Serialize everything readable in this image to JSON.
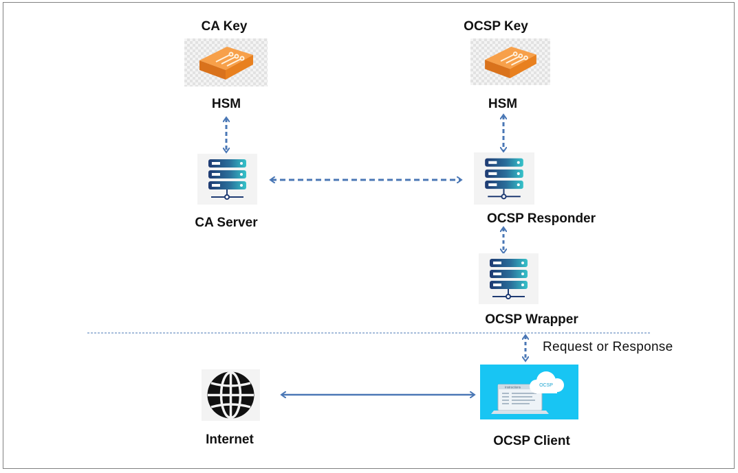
{
  "nodes": {
    "ca_key": "CA Key",
    "ocsp_key": "OCSP Key",
    "hsm_left": "HSM",
    "hsm_right": "HSM",
    "ca_server": "CA Server",
    "ocsp_responder": "OCSP Responder",
    "ocsp_wrapper": "OCSP Wrapper",
    "internet": "Internet",
    "ocsp_client": "OCSP Client"
  },
  "edge_labels": {
    "wrapper_client": "Request or Response"
  },
  "client_screen": {
    "cloud_text": "OCSP",
    "window_title": "Instructions"
  },
  "colors": {
    "arrow": "#4a77b5",
    "divider": "#4a77b5",
    "hsm_orange": "#f08a2c",
    "server_dark": "#1e3a72",
    "server_teal": "#35c2c9",
    "client_bg": "#18c5f3"
  },
  "icons": {
    "hsm": "hsm-device-icon",
    "server": "server-rack-icon",
    "internet": "globe-icon",
    "client": "laptop-cloud-icon"
  }
}
